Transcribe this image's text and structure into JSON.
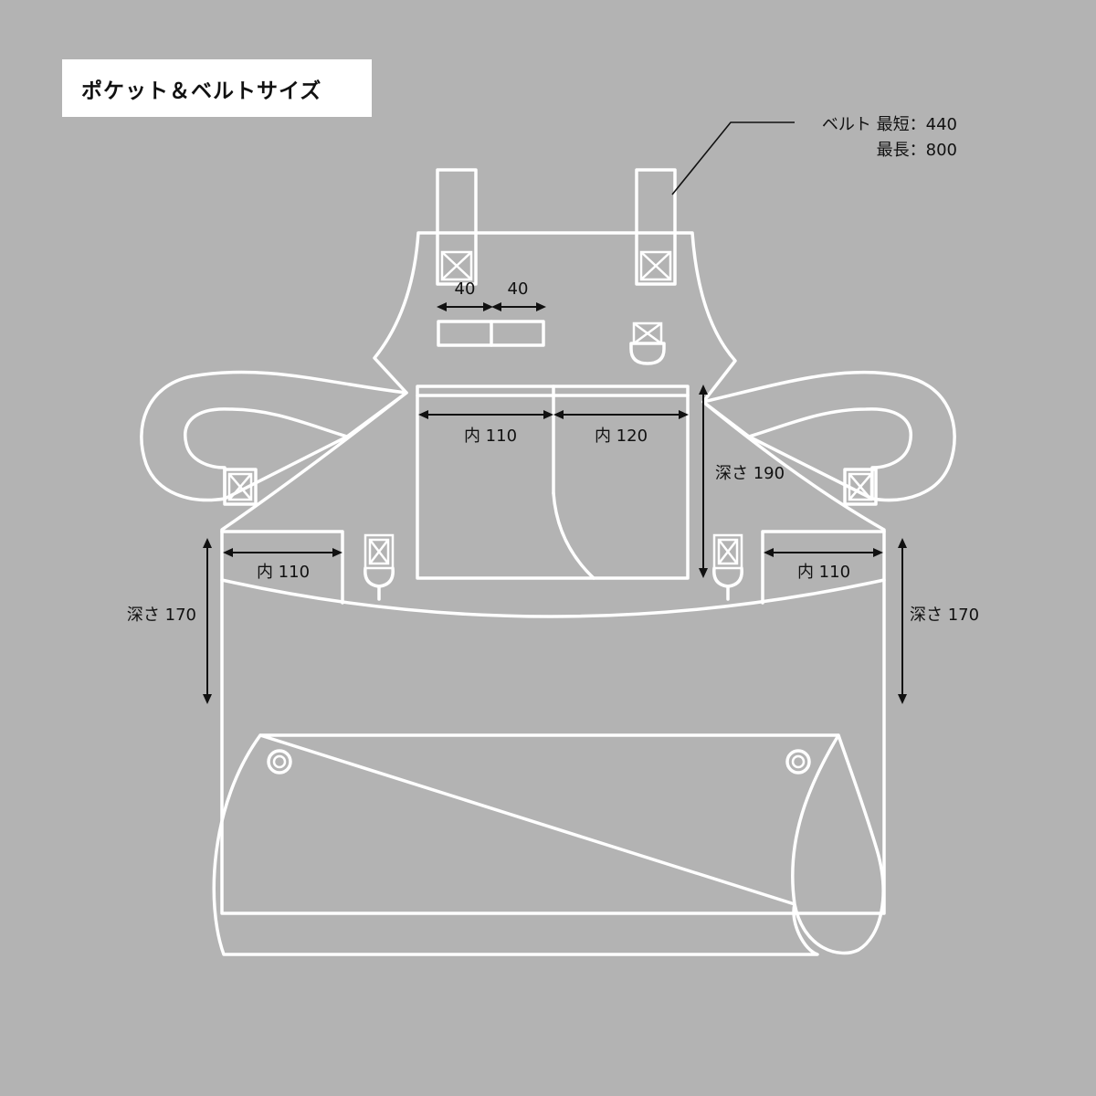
{
  "title": "ポケット＆ベルトサイズ",
  "belt_note": {
    "line1": "ベルト 最短：440",
    "line2": "最長：800"
  },
  "dimensions": {
    "strap_left": "40",
    "strap_right": "40",
    "chest_pocket_left_width": "内 110",
    "chest_pocket_right_width": "内 120",
    "chest_pocket_depth": "深さ 190",
    "side_pocket_left_width": "内 110",
    "side_pocket_right_width": "内 110",
    "side_pocket_left_depth": "深さ 170",
    "side_pocket_right_depth": "深さ 170"
  },
  "colors": {
    "background": "#b3b3b3",
    "outline": "#ffffff",
    "annotation": "#111111"
  }
}
